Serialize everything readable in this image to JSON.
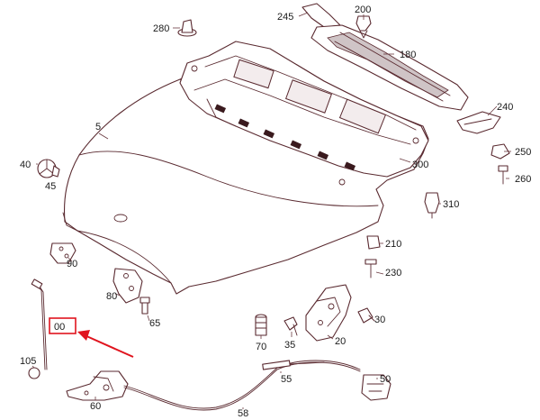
{
  "diagram": {
    "callouts": [
      {
        "id": "c280",
        "text": "280"
      },
      {
        "id": "c245",
        "text": "245"
      },
      {
        "id": "c200",
        "text": "200"
      },
      {
        "id": "c180",
        "text": "180"
      },
      {
        "id": "c5",
        "text": "5"
      },
      {
        "id": "c240",
        "text": "240"
      },
      {
        "id": "c250",
        "text": "250"
      },
      {
        "id": "c260",
        "text": "260"
      },
      {
        "id": "c40",
        "text": "40"
      },
      {
        "id": "c45",
        "text": "45"
      },
      {
        "id": "c300",
        "text": "300"
      },
      {
        "id": "c310",
        "text": "310"
      },
      {
        "id": "c210",
        "text": "210"
      },
      {
        "id": "c90",
        "text": "90"
      },
      {
        "id": "c230",
        "text": "230"
      },
      {
        "id": "c80",
        "text": "80"
      },
      {
        "id": "c65",
        "text": "65"
      },
      {
        "id": "c00",
        "text": "00"
      },
      {
        "id": "c30",
        "text": "30"
      },
      {
        "id": "c70",
        "text": "70"
      },
      {
        "id": "c35",
        "text": "35"
      },
      {
        "id": "c20",
        "text": "20"
      },
      {
        "id": "c105",
        "text": "105"
      },
      {
        "id": "c55",
        "text": "55"
      },
      {
        "id": "c50",
        "text": "50"
      },
      {
        "id": "c60",
        "text": "60"
      },
      {
        "id": "c58",
        "text": "58"
      }
    ],
    "highlight_color": "#e0141e",
    "line_color": "#5a2a30"
  }
}
